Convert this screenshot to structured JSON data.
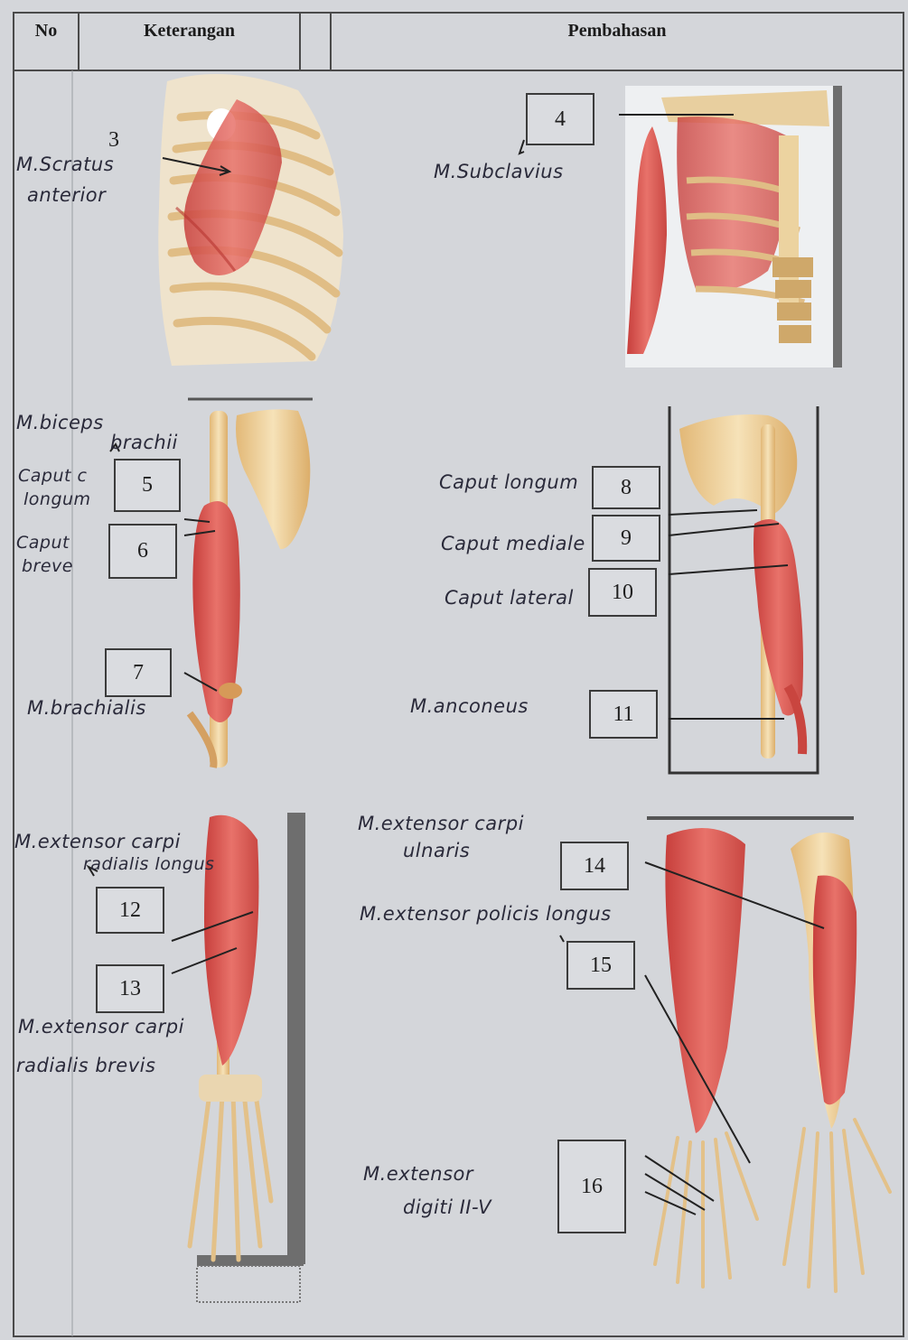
{
  "table_header": {
    "col_no": "No",
    "col_keterangan": "Keterangan",
    "col_pembahasan": "Pembahasan"
  },
  "labels": {
    "serratus_number": "3",
    "serratus_line1": "M.Scratus",
    "serratus_line2": "anterior",
    "subclavius": "M.Subclavius",
    "biceps_line1": "M.biceps",
    "biceps_line2": "brachii",
    "caput_longum_line1": "Caput c",
    "caput_longum_line2": "longum",
    "caput_breve_line1": "Caput",
    "caput_breve_line2": "breve",
    "brachialis": "M.brachialis",
    "caput_longum_triceps": "Caput longum",
    "caput_mediale": "Caput mediale",
    "caput_laterale": "Caput lateral",
    "anconeus": "M.anconeus",
    "ecrl_line1": "M.extensor carpi",
    "ecrl_line2": "radialis longus",
    "ecrb_line1": "M.extensor carpi",
    "ecrb_line2": "radialis brevis",
    "ecu_line1": "M.extensor carpi",
    "ecu_line2": "ulnaris",
    "epl": "M.extensor policis longus",
    "edm_line1": "M.extensor",
    "edm_line2": "digiti II-V"
  },
  "answer_boxes": {
    "b4": "4",
    "b5": "5",
    "b6": "6",
    "b7": "7",
    "b8": "8",
    "b9": "9",
    "b10": "10",
    "b11": "11",
    "b12": "12",
    "b13": "13",
    "b14": "14",
    "b15": "15",
    "b16": "16"
  },
  "colors": {
    "paper": "#d4d6da",
    "rule_line": "#4a4a4a",
    "muscle": "#d9544f",
    "bone": "#ecc98f",
    "ink": "#2a2a3a"
  }
}
